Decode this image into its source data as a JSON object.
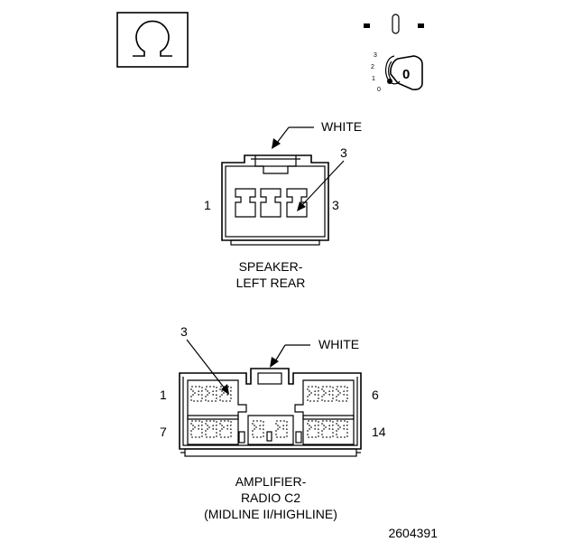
{
  "icons": {
    "ohm_symbol": "ohm-symbol-icon",
    "ignition": {
      "positions": [
        "3",
        "2",
        "1",
        "0"
      ],
      "key_label": "0"
    }
  },
  "speaker_connector": {
    "color_label": "WHITE",
    "callout": "3",
    "pin_left": "1",
    "pin_right": "3",
    "title_line1": "SPEAKER-",
    "title_line2": "LEFT REAR"
  },
  "amplifier_connector": {
    "color_label": "WHITE",
    "callout": "3",
    "pin_top_left": "1",
    "pin_top_right": "6",
    "pin_bottom_left": "7",
    "pin_bottom_right": "14",
    "title_line1": "AMPLIFIER-",
    "title_line2": "RADIO C2",
    "title_line3": "(MIDLINE II/HIGHLINE)"
  },
  "figure_number": "2604391"
}
